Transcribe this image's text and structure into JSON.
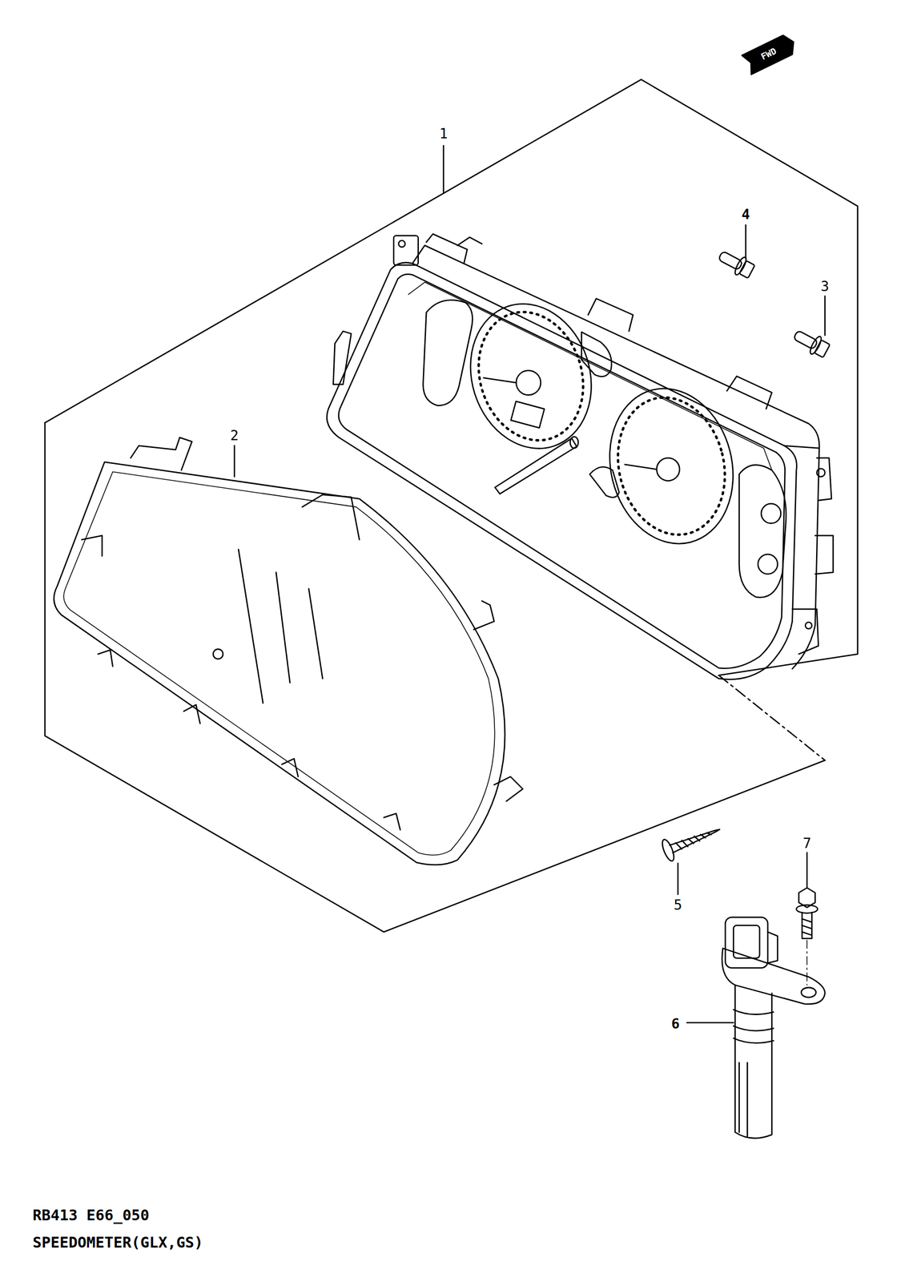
{
  "diagram": {
    "labels": [
      "FWD",
      "1",
      "2",
      "4",
      "3",
      "5",
      "6",
      "7",
      "RB413 E66_050",
      "SPEEDOMETER(GLX,GS)"
    ]
  }
}
